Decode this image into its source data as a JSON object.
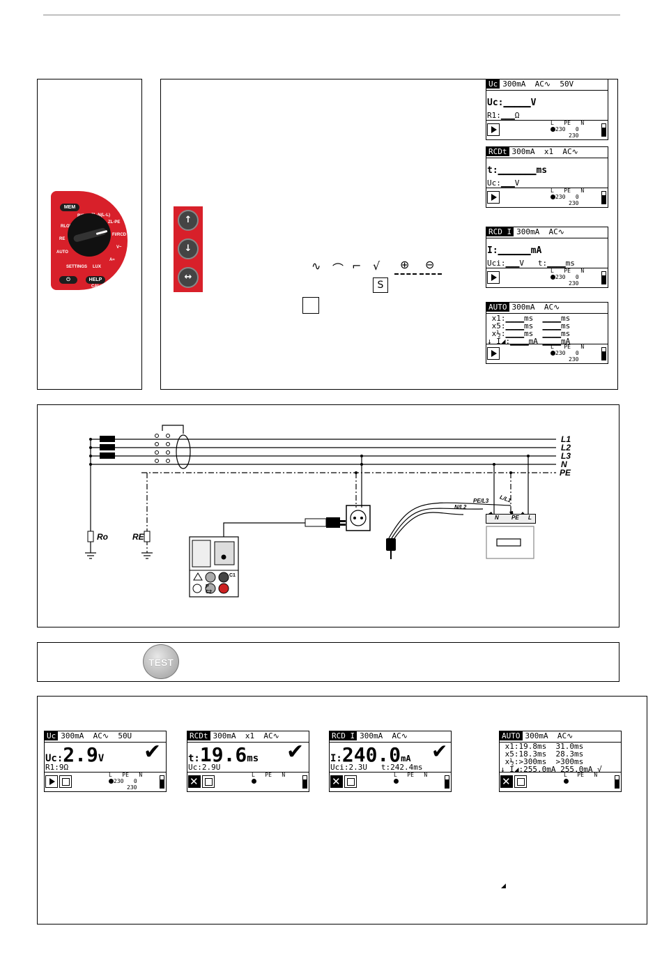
{
  "switch": {
    "mem": "MEM",
    "help": "HELP",
    "cal": "CAL",
    "power": "⏻",
    "positions": [
      "RISO",
      "RLOW",
      "ZL-N(L-L)",
      "ZL-PE",
      "RE",
      "AUTO",
      "FI/RCD",
      "V~",
      "SETTINGS",
      "LUX",
      "A≈"
    ]
  },
  "arrows": {
    "up": "↑",
    "down": "↓",
    "lr": "↔"
  },
  "waveforms": [
    "∿",
    "⌒",
    "⌐",
    "√"
  ],
  "plus_icon": "⊕",
  "minus_icon": "⊖",
  "s_box": "S",
  "screens": {
    "uc": {
      "tab": "Uc",
      "hdr": "300mA  AC∿  50V",
      "main": "Uc:▁▁▁▁▁V",
      "line2": "R1:▁▁▁Ω"
    },
    "rcdt": {
      "tab": "RCDt",
      "hdr": "300mA  x1  AC∿",
      "main": "t:▁▁▁▁▁▁▁ms",
      "line2": "Uc:▁▁▁V"
    },
    "rcdi": {
      "tab": "RCD I",
      "hdr": "300mA  AC∿",
      "main": "I:▁▁▁▁▁▁mA",
      "line2": "Uci:▁▁▁V   t:▁▁▁▁ms"
    },
    "auto": {
      "tab": "AUTO",
      "hdr": "300mA  AC∿",
      "rows": [
        " x1:▁▁▁▁ms  ▁▁▁▁ms",
        " x5:▁▁▁▁ms  ▁▁▁▁ms",
        " x½:▁▁▁▁ms  ▁▁▁▁ms",
        "↓ I◢:▁▁▁▁mA ▁▁▁▁mA"
      ]
    }
  },
  "terminals": {
    "top": "L   PE   N",
    "mid": "230   0",
    "bot": "230"
  },
  "results": {
    "uc": {
      "tab": "Uc",
      "hdr": "300mA  AC∿  50U",
      "main": "Uc:",
      "value": "2.9",
      "unit": "V",
      "line2": "R1:9Ω"
    },
    "rcdt": {
      "tab": "RCDt",
      "hdr": "300mA  x1  AC∿",
      "main": "t:",
      "value": "19.6",
      "unit": "ms",
      "line2": "Uc:2.9U"
    },
    "rcdi": {
      "tab": "RCD I",
      "hdr": "300mA  AC∿",
      "main": "I:",
      "value": "240.0",
      "unit": "mA",
      "line2": "Uci:2.3U   t:242.4ms"
    },
    "auto": {
      "tab": "AUTO",
      "hdr": "300mA  AC∿",
      "rows": [
        " x1:19.8ms  31.0ms",
        " x5:18.3ms  28.3ms",
        " x½:>300ms  >300ms",
        "↓ I◢:255.0mA 255.0mA √"
      ]
    }
  },
  "checkmark": "✔",
  "wiring": {
    "lines": [
      "L1",
      "L2",
      "L3",
      "N",
      "PE"
    ],
    "ro": "Ro",
    "re": "RE",
    "probe_labels": [
      "L/L1",
      "PE/L3",
      "N/L2"
    ],
    "socket_labels": [
      "N",
      "PE",
      "L"
    ],
    "instrument": [
      "C1",
      "P",
      "C2"
    ]
  },
  "test_button": "TEST",
  "small_wedge": "◢"
}
